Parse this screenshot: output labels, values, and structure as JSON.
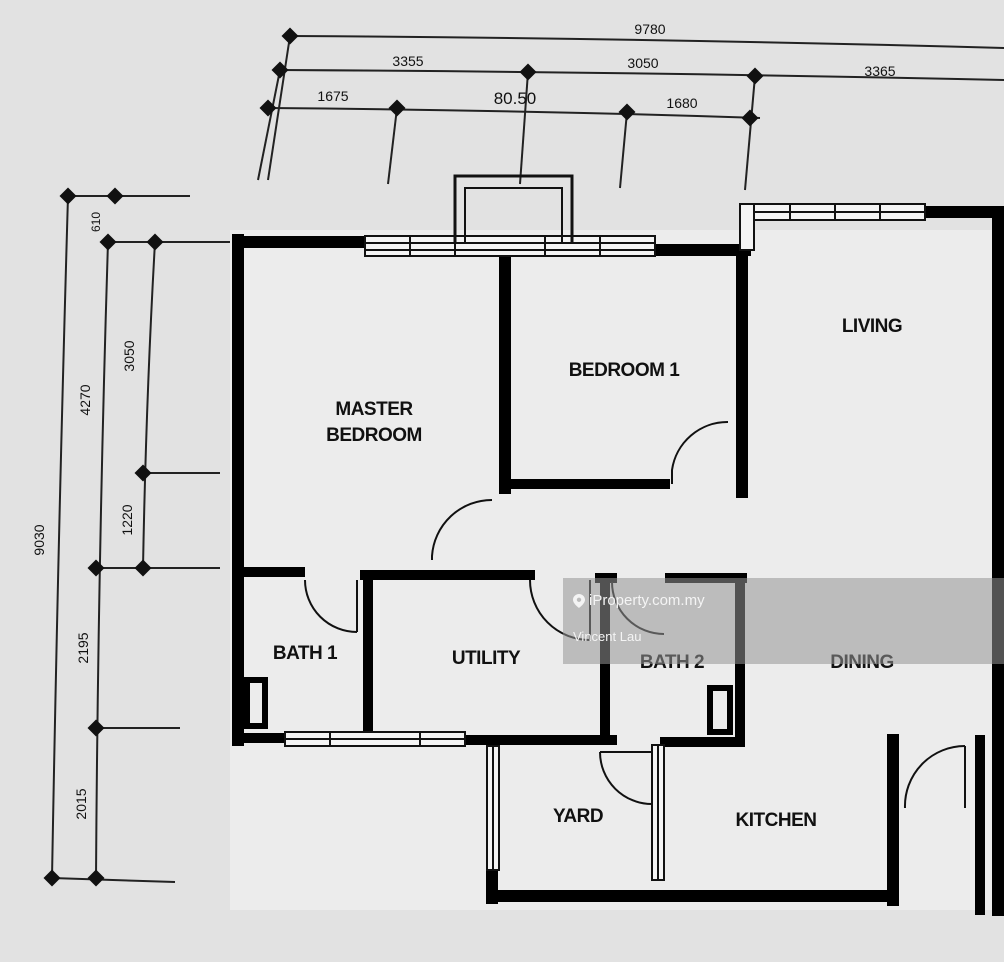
{
  "rooms": {
    "master_bedroom_1": "MASTER",
    "master_bedroom_2": "BEDROOM",
    "bedroom1": "BEDROOM 1",
    "living": "LIVING",
    "bath1": "BATH 1",
    "utility": "UTILITY",
    "bath2": "BATH 2",
    "dining": "DINING",
    "yard": "YARD",
    "kitchen": "KITCHEN"
  },
  "dimensions_top": {
    "overall": "9780",
    "row2": [
      "3355",
      "3050",
      "3365"
    ],
    "row3": [
      "1675",
      "80.50",
      "1680"
    ]
  },
  "dimensions_left": {
    "overall": "9030",
    "outer": [
      "610",
      "4270",
      "2195",
      "2015"
    ],
    "inner": [
      "3050",
      "1220"
    ]
  },
  "watermark": {
    "site": "iProperty.com.my",
    "author": "Vincent Lau",
    "icon": "location-pin-icon"
  }
}
